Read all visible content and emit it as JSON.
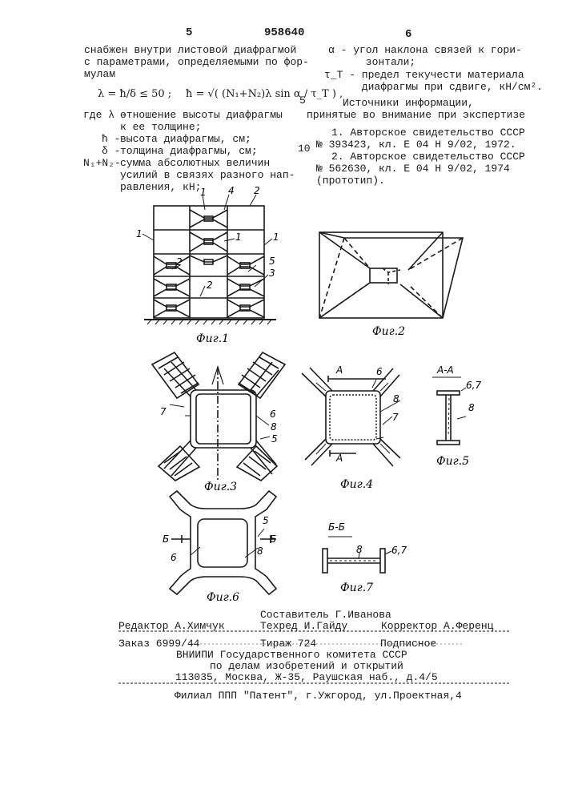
{
  "header": {
    "page_left": "5",
    "patent_no": "958640",
    "page_right": "6"
  },
  "left_col": {
    "intro": [
      "снабжен внутри листовой диафрагмой",
      "с параметрами, определяемыми по фор-",
      "мулам"
    ],
    "formula_lambda": "λ = ħ/δ ≤ 50 ;",
    "formula_h": "ħ = √( (N₁+N₂)λ sin α / τ_T ) ,",
    "definitions": [
      {
        "term": "где λ -",
        "text": "отношение высоты диафрагмы"
      },
      {
        "term": "",
        "text": "к ее толщине;"
      },
      {
        "term": "ħ -",
        "text": "высота диафрагмы, см;"
      },
      {
        "term": "δ -",
        "text": "толщина диафрагмы, см;"
      },
      {
        "term": "N₁+N₂-",
        "text": "сумма абсолютных величин"
      },
      {
        "term": "",
        "text": "усилий в связях разного нап-"
      },
      {
        "term": "",
        "text": "равления, кН;"
      }
    ]
  },
  "right_col": {
    "alpha_def": [
      "α - угол наклона связей к гори-",
      "      зонтали;"
    ],
    "tau_def": [
      "τ_T - предел текучести материала",
      "      диафрагмы при сдвиге, кН/см²."
    ],
    "line_no_5": "5",
    "line_no_10": "10",
    "sources_title": [
      "Источники информации,",
      "принятые во внимание при экспертизе"
    ],
    "sources": [
      "1. Авторское свидетельство СССР",
      "№ 393423, кл. Е 04 Н 9/02, 1972.",
      "2. Авторское свидетельство СССР",
      "№ 562630, кл. Е 04 Н 9/02, 1974",
      "(прототип)."
    ]
  },
  "figures": {
    "fig1": {
      "caption": "Фиг.1",
      "labels": [
        "1",
        "4",
        "2",
        "1",
        "1",
        "2",
        "1",
        "5",
        "3",
        "2"
      ]
    },
    "fig2": {
      "caption": "Фиг.2"
    },
    "fig3": {
      "caption": "Фиг.3",
      "labels": [
        "7",
        "6",
        "8",
        "5"
      ]
    },
    "fig4": {
      "caption": "Фиг.4",
      "labels": [
        "А",
        "6",
        "8",
        "7",
        "А"
      ]
    },
    "fig5": {
      "caption": "Фиг.5",
      "title": "А-А",
      "labels": [
        "6,7",
        "8"
      ]
    },
    "fig6": {
      "caption": "Фиг.6",
      "labels": [
        "5",
        "Б",
        "Б",
        "6",
        "8"
      ]
    },
    "fig7": {
      "caption": "Фиг.7",
      "title": "Б-Б",
      "labels": [
        "8",
        "6,7"
      ]
    }
  },
  "footer": {
    "compiler": "Составитель Г.Иванова",
    "editor": "Редактор А.Химчук",
    "techred": "Техред И.Гайду",
    "corrector": "Корректор А.Ференц",
    "order": "Заказ 6999/44",
    "circulation": "Тираж 724",
    "subscription": "Подписное",
    "org1": "ВНИИПИ Государственного комитета СССР",
    "org2": "по делам изобретений и открытий",
    "address": "113035, Москва, Ж-35, Раушская наб., д.4/5",
    "branch": "Филиал ППП \"Патент\", г.Ужгород, ул.Проектная,4"
  }
}
